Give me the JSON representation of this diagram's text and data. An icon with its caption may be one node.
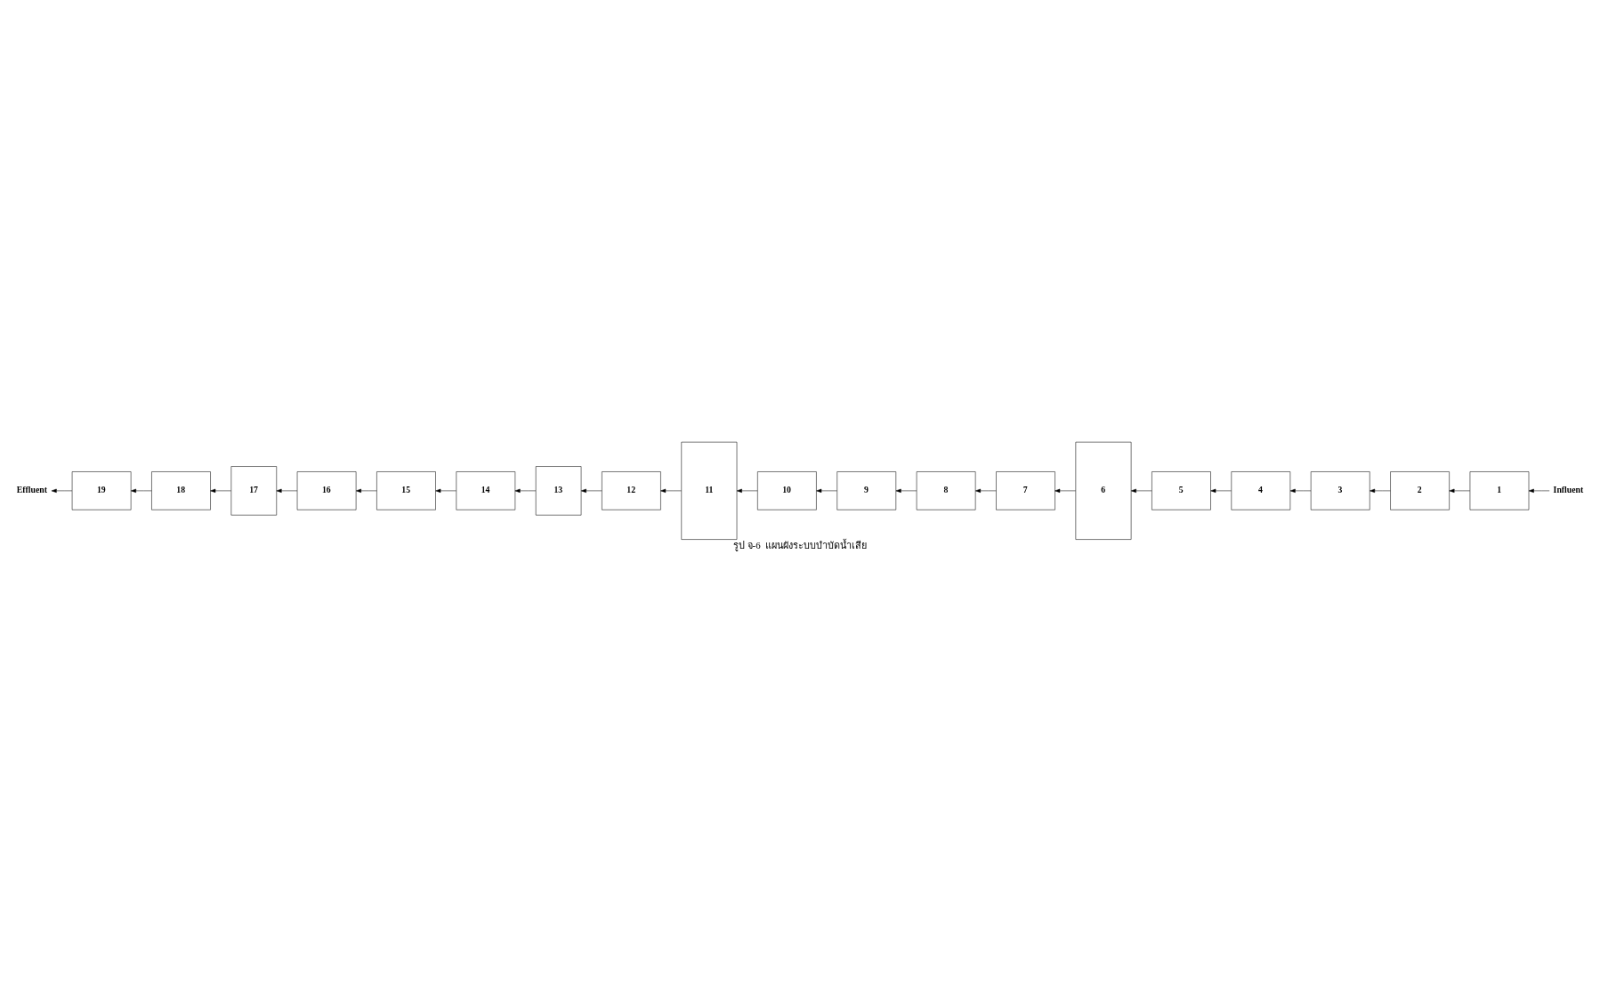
{
  "diagram": {
    "caption": "รูป จ-6  แผนผังระบบบำบัดน้ำเสีย",
    "nodes": [
      {
        "text": [
          "1"
        ]
      },
      {
        "text": [
          "2"
        ]
      },
      {
        "text": [
          "3"
        ]
      },
      {
        "text": [
          "4"
        ]
      },
      {
        "text": [
          "5"
        ]
      },
      {
        "text": [
          "6"
        ]
      },
      {
        "text": [
          "7"
        ]
      },
      {
        "text": [
          "8"
        ]
      },
      {
        "text": [
          "9"
        ]
      },
      {
        "text": [
          "10"
        ]
      },
      {
        "text": [
          "11"
        ]
      },
      {
        "text": [
          "12"
        ]
      },
      {
        "text": [
          "13"
        ]
      },
      {
        "text": [
          "14"
        ]
      },
      {
        "text": [
          "15"
        ]
      },
      {
        "text": [
          "16"
        ]
      },
      {
        "text": [
          "17"
        ]
      },
      {
        "text": [
          "18"
        ]
      },
      {
        "text": [
          "19"
        ]
      },
      {
        "text": [
          "Influent"
        ]
      },
      {
        "text": [
          "Effluent"
        ]
      }
    ],
    "edges": [
      {
        "from": 19,
        "to": 0,
        "arrow": "to"
      },
      {
        "from": 0,
        "to": 1,
        "arrow": "to"
      },
      {
        "from": 1,
        "to": 2,
        "arrow": "to"
      },
      {
        "from": 2,
        "to": 3,
        "arrow": "to"
      },
      {
        "from": 3,
        "to": 4,
        "arrow": "to"
      },
      {
        "from": 4,
        "to": 5,
        "arrow": "to"
      },
      {
        "from": 5,
        "to": 6,
        "arrow": "to"
      },
      {
        "from": 6,
        "to": 7,
        "arrow": "to"
      },
      {
        "from": 7,
        "to": 8,
        "arrow": "to"
      },
      {
        "from": 8,
        "to": 9,
        "arrow": "to"
      },
      {
        "from": 9,
        "to": 10,
        "arrow": "to"
      },
      {
        "from": 10,
        "to": 11,
        "arrow": "to"
      },
      {
        "from": 11,
        "to": 12,
        "arrow": "to"
      },
      {
        "from": 12,
        "to": 13,
        "arrow": "to"
      },
      {
        "from": 13,
        "to": 14,
        "arrow": "to"
      },
      {
        "from": 14,
        "to": 15,
        "arrow": "to"
      },
      {
        "from": 15,
        "to": 16,
        "arrow": "to"
      },
      {
        "from": 16,
        "to": 17,
        "arrow": "to"
      },
      {
        "from": 17,
        "to": 18,
        "arrow": "to"
      },
      {
        "from": 18,
        "to": 20,
        "arrow": "to"
      }
    ]
  }
}
